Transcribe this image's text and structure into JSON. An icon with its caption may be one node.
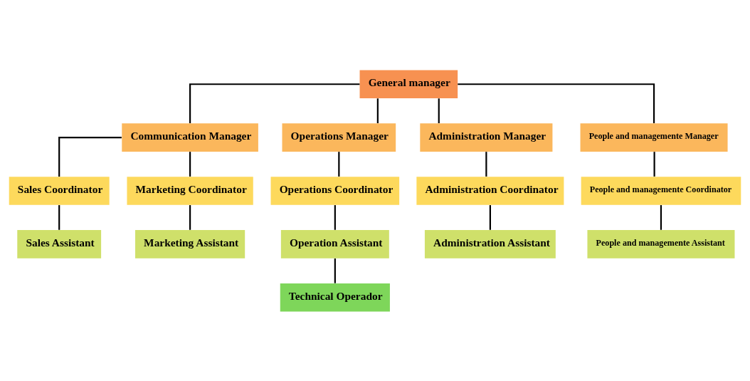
{
  "diagram": {
    "nodes": [
      {
        "text": [
          "General manager"
        ]
      },
      {
        "text": [
          "Communication Manager"
        ]
      },
      {
        "text": [
          "Operations Manager"
        ]
      },
      {
        "text": [
          "Administration Manager"
        ]
      },
      {
        "text": [
          "People and managemente Manager"
        ]
      },
      {
        "text": [
          "Sales Coordinator"
        ]
      },
      {
        "text": [
          "Marketing Coordinator"
        ]
      },
      {
        "text": [
          "Operations Coordinator"
        ]
      },
      {
        "text": [
          "Administration Coordinator"
        ]
      },
      {
        "text": [
          "People and managemente Coordinator"
        ]
      },
      {
        "text": [
          "Sales Assistant"
        ]
      },
      {
        "text": [
          "Marketing Assistant"
        ]
      },
      {
        "text": [
          "Operation Assistant"
        ]
      },
      {
        "text": [
          "Administration Assistant"
        ]
      },
      {
        "text": [
          "People and managemente Assistant"
        ]
      },
      {
        "text": [
          "Technical Operador"
        ]
      }
    ],
    "edges": [
      {
        "from": 0,
        "to": 1,
        "arrow": "none"
      },
      {
        "from": 0,
        "to": 2,
        "arrow": "none"
      },
      {
        "from": 0,
        "to": 3,
        "arrow": "none"
      },
      {
        "from": 0,
        "to": 4,
        "arrow": "none"
      },
      {
        "from": 1,
        "to": 5,
        "arrow": "none"
      },
      {
        "from": 1,
        "to": 6,
        "arrow": "none"
      },
      {
        "from": 2,
        "to": 7,
        "arrow": "none"
      },
      {
        "from": 3,
        "to": 8,
        "arrow": "none"
      },
      {
        "from": 4,
        "to": 9,
        "arrow": "none"
      },
      {
        "from": 5,
        "to": 10,
        "arrow": "none"
      },
      {
        "from": 6,
        "to": 11,
        "arrow": "none"
      },
      {
        "from": 7,
        "to": 12,
        "arrow": "none"
      },
      {
        "from": 8,
        "to": 13,
        "arrow": "none"
      },
      {
        "from": 9,
        "to": 14,
        "arrow": "none"
      },
      {
        "from": 12,
        "to": 15,
        "arrow": "none"
      }
    ]
  }
}
